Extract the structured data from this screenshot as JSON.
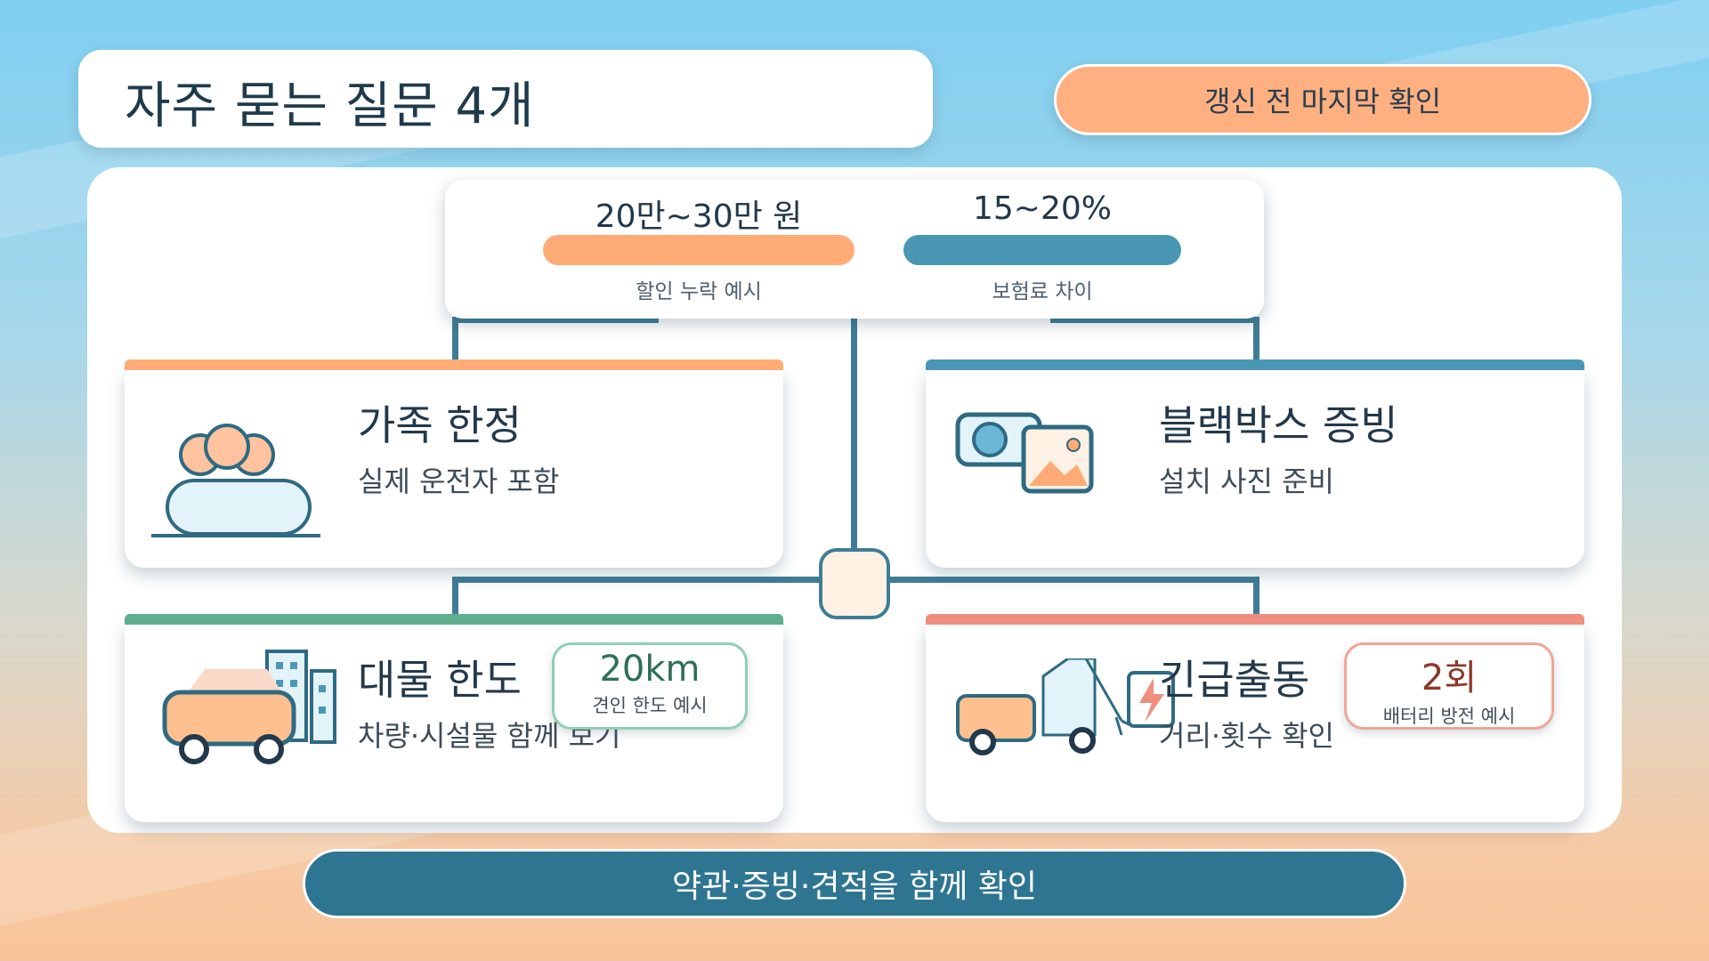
{
  "title": "자주 묻는 질문 4개",
  "top_pill": "갱신 전 마지막 확인",
  "stats": [
    {
      "value": "20만~30만 원",
      "label": "할인 누락 예시",
      "color": "#ffab76"
    },
    {
      "value": "15~20%",
      "label": "보험료 차이",
      "color": "#4a97b4"
    }
  ],
  "cards": {
    "family": {
      "title": "가족 한정",
      "subtitle": "실제 운전자 포함",
      "accent": "#ffab76",
      "icon": "family-icon"
    },
    "blackbox": {
      "title": "블랙박스 증빙",
      "subtitle": "설치 사진 준비",
      "accent": "#4a97b4",
      "icon": "camera-photo-icon"
    },
    "property": {
      "title": "대물 한도",
      "subtitle": "차량·시설물 함께 보기",
      "accent": "#5fae8e",
      "icon": "car-building-icon",
      "badge": {
        "value": "20km",
        "label": "견인 한도 예시",
        "color": "#2f6f58",
        "border": "#8fd0b2"
      }
    },
    "emergency": {
      "title": "긴급출동",
      "subtitle": "거리·횟수 확인",
      "accent": "#ee8f80",
      "icon": "tow-truck-icon",
      "badge": {
        "value": "2회",
        "label": "배터리 방전 예시",
        "color": "#8a3a2a",
        "border": "#f0a595"
      }
    }
  },
  "bottom_pill": "약관·증빙·견적을 함께 확인",
  "colors": {
    "primary": "#2e7592",
    "connector": "#3f7d96",
    "orange": "#ffab76",
    "dark_text": "#23384a"
  }
}
